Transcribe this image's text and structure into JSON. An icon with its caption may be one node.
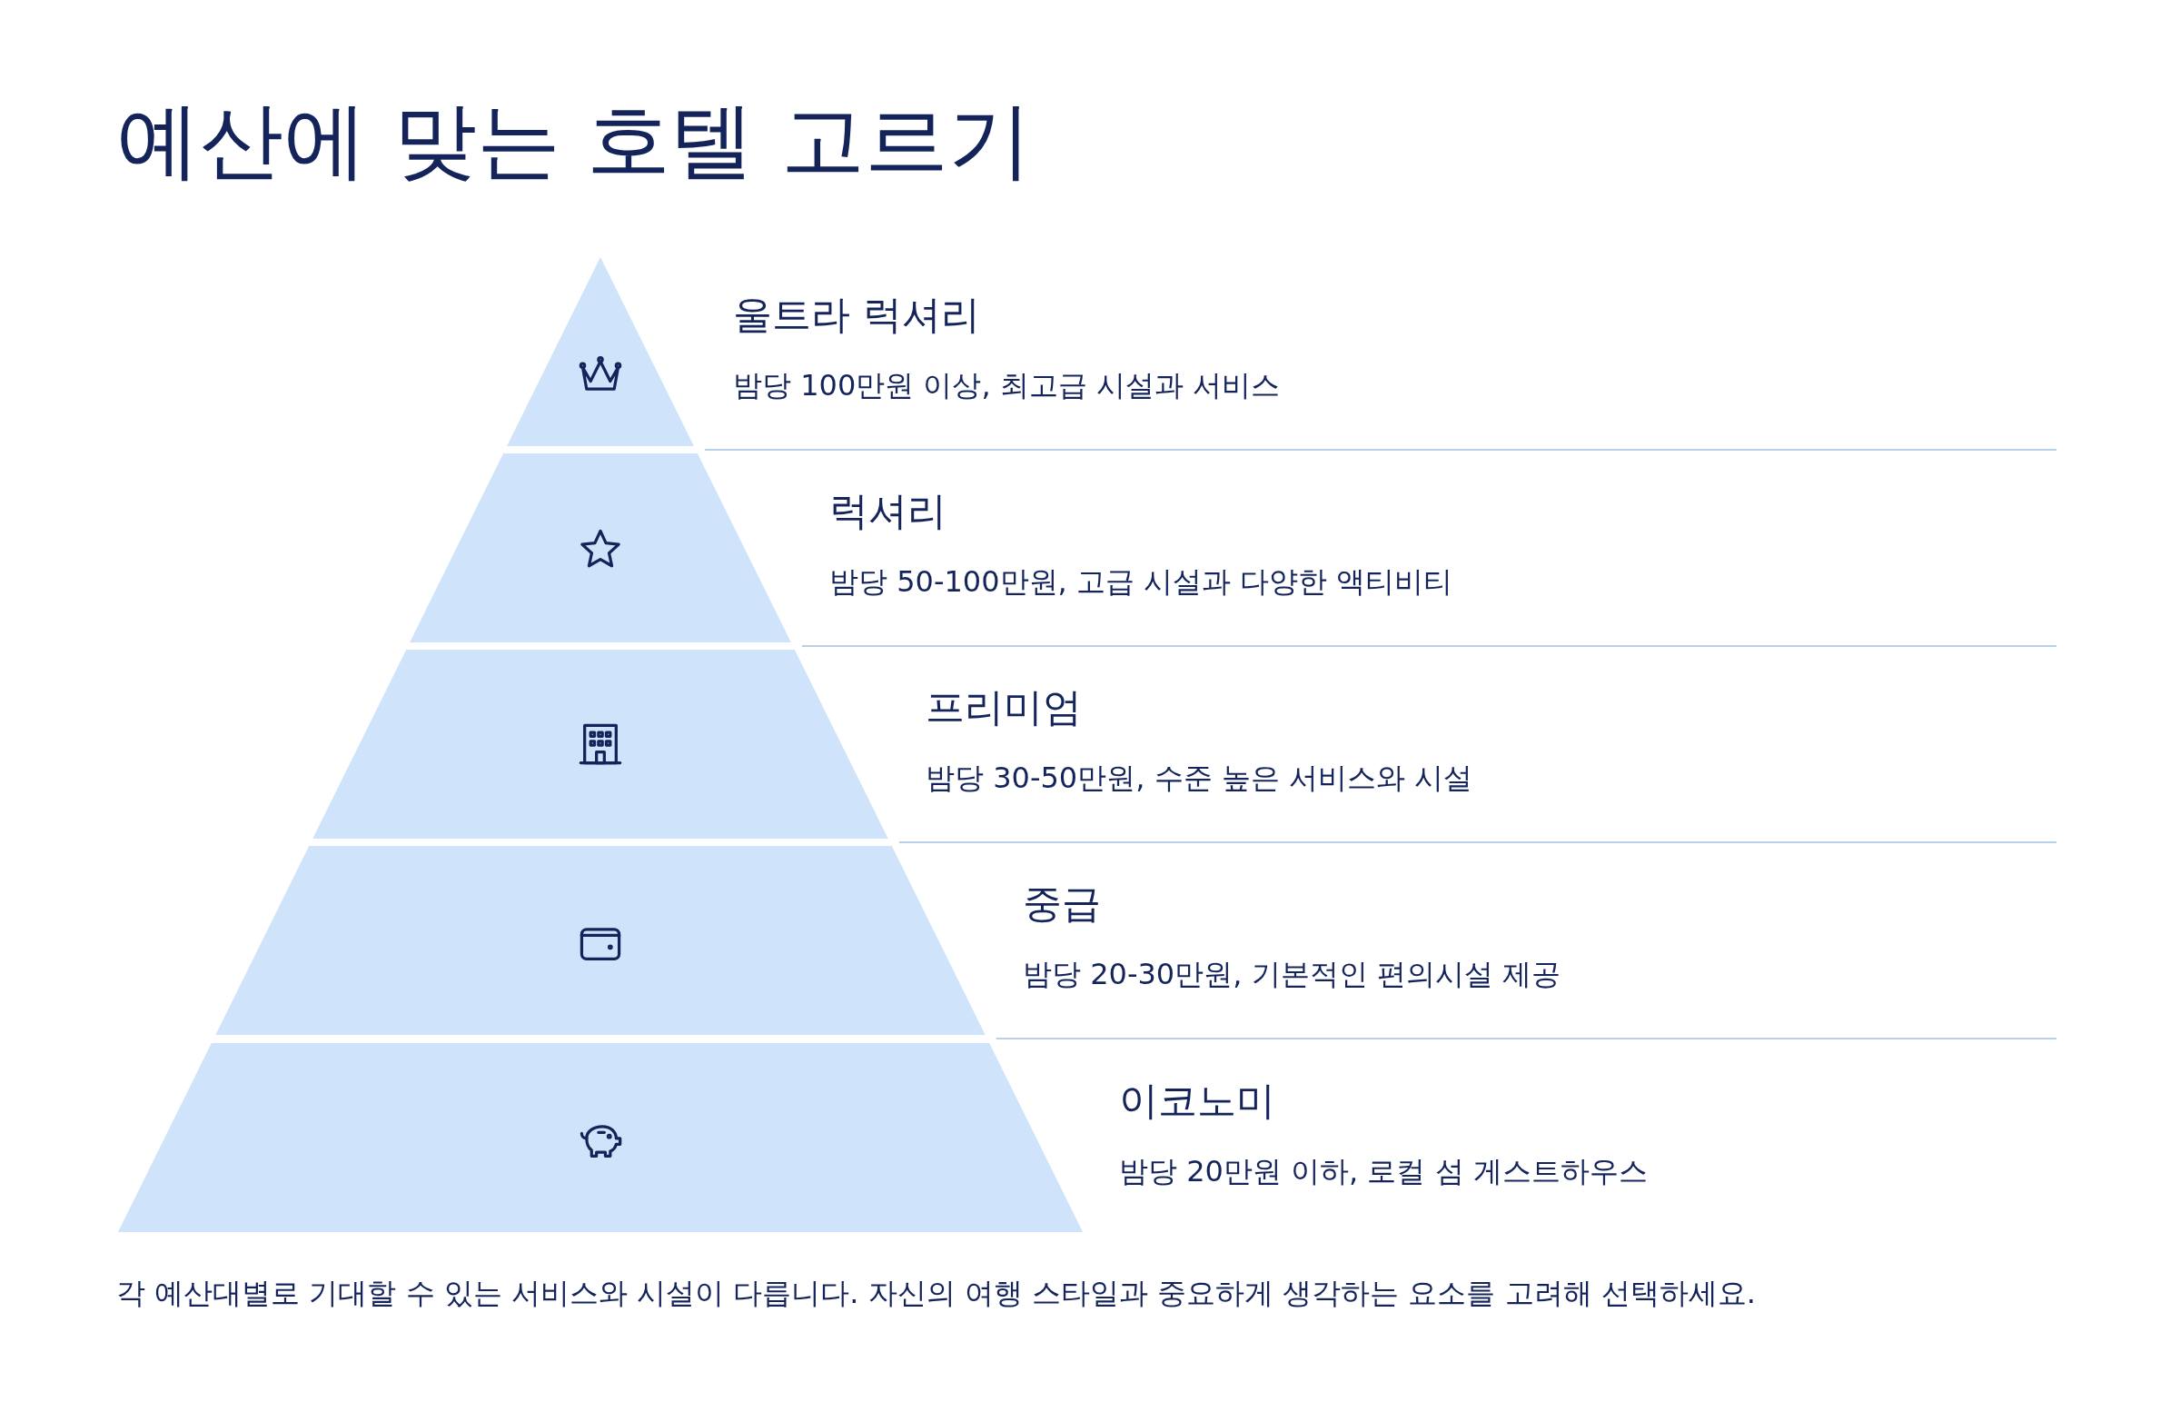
{
  "diagram": {
    "title": "예산에 맞는 호텔 고르기",
    "nodes": [
      {
        "text": [
          "울트라 럭셔리",
          "밤당 100만원 이상, 최고급 시설과 서비스"
        ]
      },
      {
        "text": [
          "럭셔리",
          "밤당 50-100만원, 고급 시설과 다양한 액티비티"
        ]
      },
      {
        "text": [
          "프리미엄",
          "밤당 30-50만원, 수준 높은 서비스와 시설"
        ]
      },
      {
        "text": [
          "중급",
          "밤당 20-30만원, 기본적인 편의시설 제공"
        ]
      },
      {
        "text": [
          "이코노미",
          "밤당 20만원 이하, 로컬 섬 게스트하우스"
        ]
      }
    ],
    "caption": "각 예산대별로 기대할 수 있는 서비스와 시설이 다릅니다. 자신의 여행 스타일과 중요하게 생각하는 요소를 고려해 선택하세요."
  }
}
